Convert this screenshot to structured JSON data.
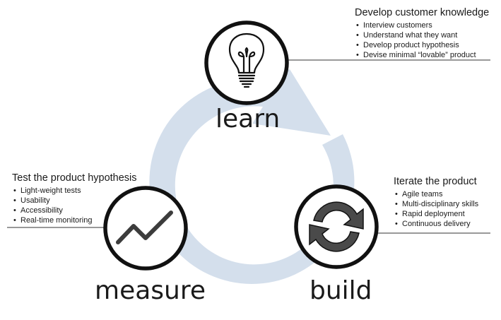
{
  "colors": {
    "cycle_arrow": "#d4dfec",
    "outline": "#111111",
    "refresh_icon": "#4a4a4a",
    "rule": "#333333"
  },
  "stages": {
    "learn": {
      "label": "learn",
      "icon": "lightbulb-icon",
      "panel": {
        "title": "Develop customer knowledge",
        "items": [
          "Interview customers",
          "Understand what they want",
          "Develop product hypothesis",
          "Devise minimal “lovable” product"
        ]
      }
    },
    "build": {
      "label": "build",
      "icon": "refresh-icon",
      "panel": {
        "title": "Iterate the product",
        "items": [
          "Agile teams",
          "Multi-disciplinary skills",
          "Rapid deployment",
          "Continuous delivery"
        ]
      }
    },
    "measure": {
      "label": "measure",
      "icon": "trend-line-icon",
      "panel": {
        "title": "Test the product hypothesis",
        "items": [
          "Light-weight tests",
          "Usability",
          "Accessibility",
          "Real-time monitoring"
        ]
      }
    }
  }
}
